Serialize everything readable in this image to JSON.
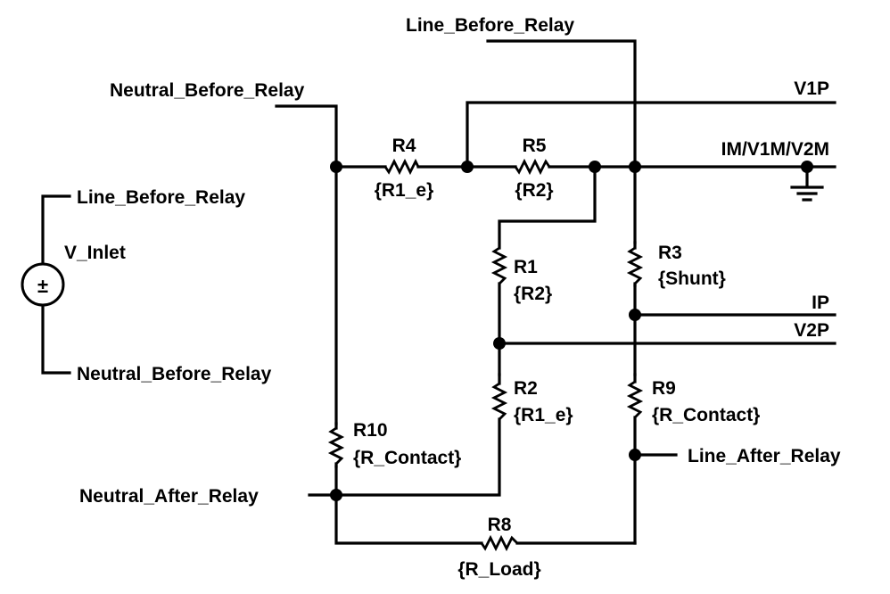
{
  "diagram": {
    "type": "circuit-schematic",
    "source": {
      "name": "V_Inlet",
      "symbol": "±",
      "top_net": "Line_Before_Relay",
      "bottom_net": "Neutral_Before_Relay"
    },
    "net_labels": {
      "line_before_relay_top": "Line_Before_Relay",
      "neutral_before_relay_top": "Neutral_Before_Relay",
      "v1p": "V1P",
      "im_v1m_v2m": "IM/V1M/V2M",
      "ip": "IP",
      "v2p": "V2P",
      "line_after_relay": "Line_After_Relay",
      "neutral_after_relay": "Neutral_After_Relay"
    },
    "resistors": [
      {
        "ref": "R4",
        "value": "{R1_e}"
      },
      {
        "ref": "R5",
        "value": "{R2}"
      },
      {
        "ref": "R1",
        "value": "{R2}"
      },
      {
        "ref": "R2",
        "value": "{R1_e}"
      },
      {
        "ref": "R3",
        "value": "{Shunt}"
      },
      {
        "ref": "R9",
        "value": "{R_Contact}"
      },
      {
        "ref": "R10",
        "value": "{R_Contact}"
      },
      {
        "ref": "R8",
        "value": "{R_Load}"
      }
    ],
    "ground_symbol": "ground-icon"
  }
}
